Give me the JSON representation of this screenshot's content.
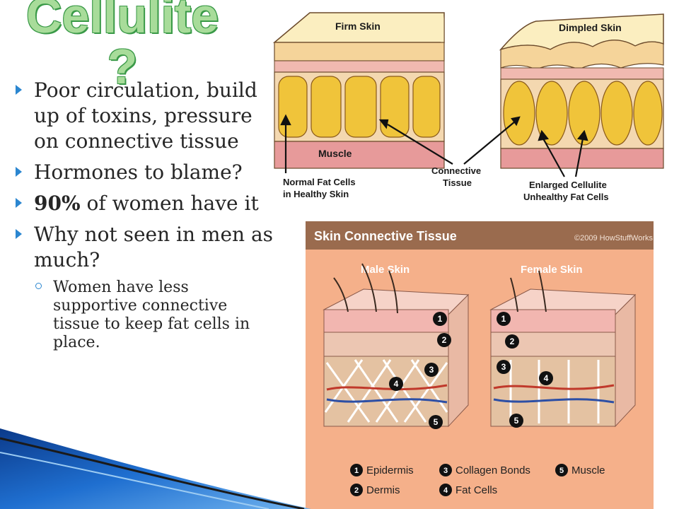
{
  "slide": {
    "title_main": "Cellulite",
    "title_q": "?",
    "bullets": [
      "Poor circulation, build up of toxins, pressure on connective tissue",
      "Hormones to blame?"
    ],
    "bullet3_bold": "90%",
    "bullet3_rest": " of women have it",
    "bullet4": "Why not seen in men as much?",
    "sub_bullet": "Women have less supportive connective tissue to keep fat cells in place."
  },
  "figure_top": {
    "firm": "Firm Skin",
    "dimpled": "Dimpled Skin",
    "muscle": "Muscle",
    "normal_1": "Normal Fat Cells",
    "normal_2": "in Healthy Skin",
    "connective_1": "Connective",
    "connective_2": "Tissue",
    "enlarged_1": "Enlarged Cellulite",
    "enlarged_2": "Unhealthy Fat Cells"
  },
  "figure_bottom": {
    "heading": "Skin Connective Tissue",
    "copyright": "©2009 HowStuffWorks",
    "male": "Male Skin",
    "female": "Female Skin",
    "n1": "1",
    "n2": "2",
    "n3": "3",
    "n4": "4",
    "n5": "5",
    "legend": [
      "Epidermis",
      "Dermis",
      "Collagen Bonds",
      "Fat Cells",
      "Muscle"
    ]
  },
  "colors": {
    "title_fill": "#a8dc9a",
    "bullet_accent": "#2b86d0",
    "panel_bg": "#f5b08a",
    "panel_header": "#9a6b4e"
  }
}
